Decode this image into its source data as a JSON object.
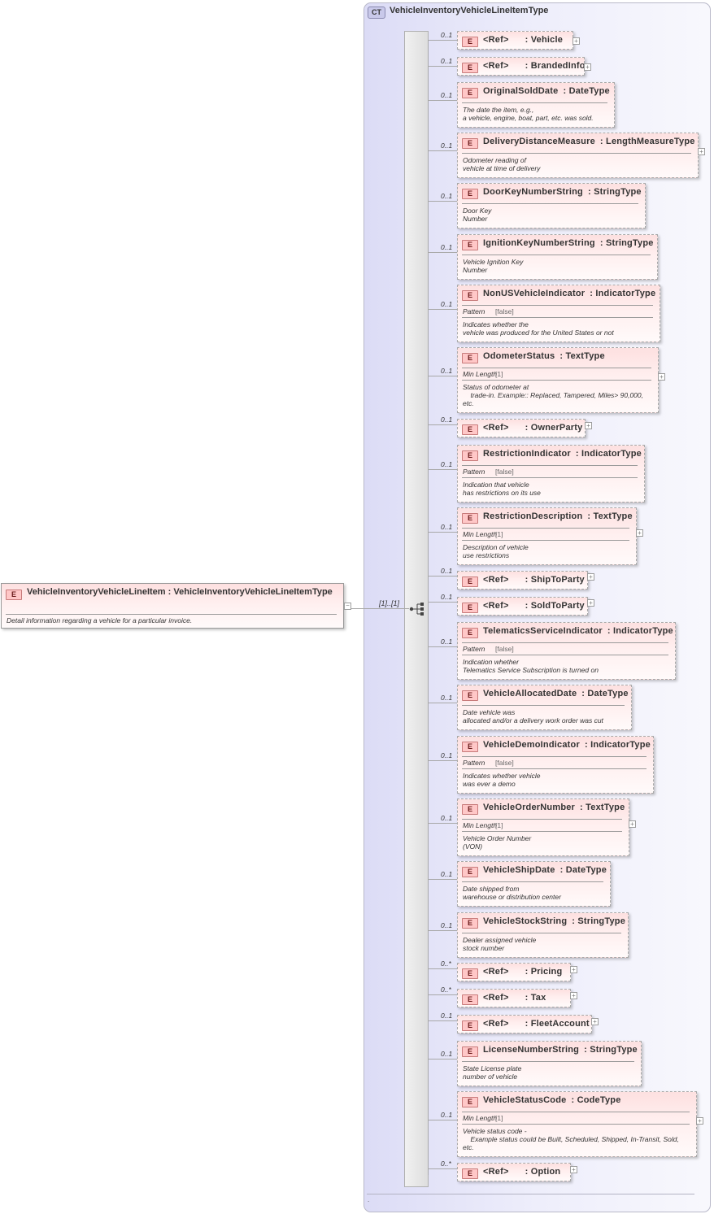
{
  "complex_type": {
    "badge": "CT",
    "name": "VehicleInventoryVehicleLineItemType",
    "footer_note": "."
  },
  "root_element": {
    "badge": "E",
    "name": "VehicleInventoryVehicleLineItem",
    "type": "VehicleInventoryVehicleLineItemType",
    "documentation": "Detail information regarding a vehicle for a particular invoice.",
    "multiplicity": "[1]..[1]"
  },
  "children": [
    {
      "mult": "0..1",
      "ref": true,
      "name": "<Ref>",
      "type": "Vehicle",
      "expand": true
    },
    {
      "mult": "0..1",
      "ref": true,
      "name": "<Ref>",
      "type": "BrandedInfo",
      "expand": true
    },
    {
      "mult": "0..1",
      "ref": false,
      "name": "OriginalSoldDate",
      "type": "DateType",
      "doc": "The date the item, e.g.,\na vehicle, engine, boat, part, etc. was sold."
    },
    {
      "mult": "0..1",
      "ref": false,
      "name": "DeliveryDistanceMeasure",
      "type": "LengthMeasureType",
      "doc": "Odometer reading of\nvehicle at time of delivery",
      "expand": true
    },
    {
      "mult": "0..1",
      "ref": false,
      "name": "DoorKeyNumberString",
      "type": "StringType",
      "doc": "Door Key\nNumber"
    },
    {
      "mult": "0..1",
      "ref": false,
      "name": "IgnitionKeyNumberString",
      "type": "StringType",
      "doc": "Vehicle Ignition Key\nNumber"
    },
    {
      "mult": "0..1",
      "ref": false,
      "name": "NonUSVehicleIndicator",
      "type": "IndicatorType",
      "facet": "Pattern",
      "facet_value": "[false]",
      "doc": "Indicates whether the\nvehicle was produced for the United States or not"
    },
    {
      "mult": "0..1",
      "ref": false,
      "name": "OdometerStatus",
      "type": "TextType",
      "facet": "Min Length",
      "facet_value": "[1]",
      "doc": "Status of odometer at\n    trade-in. Example:: Replaced, Tampered, Miles> 90,000,\netc.",
      "expand": true
    },
    {
      "mult": "0..1",
      "ref": true,
      "name": "<Ref>",
      "type": "OwnerParty",
      "expand": true
    },
    {
      "mult": "0..1",
      "ref": false,
      "name": "RestrictionIndicator",
      "type": "IndicatorType",
      "facet": "Pattern",
      "facet_value": "[false]",
      "doc": "Indication that vehicle\nhas restrictions on its use"
    },
    {
      "mult": "0..1",
      "ref": false,
      "name": "RestrictionDescription",
      "type": "TextType",
      "facet": "Min Length",
      "facet_value": "[1]",
      "doc": "Description of vehicle\nuse restrictions",
      "expand": true
    },
    {
      "mult": "0..1",
      "ref": true,
      "name": "<Ref>",
      "type": "ShipToParty",
      "expand": true
    },
    {
      "mult": "0..1",
      "ref": true,
      "name": "<Ref>",
      "type": "SoldToParty",
      "expand": true
    },
    {
      "mult": "0..1",
      "ref": false,
      "name": "TelematicsServiceIndicator",
      "type": "IndicatorType",
      "facet": "Pattern",
      "facet_value": "[false]",
      "doc": "Indication whether\nTelematics Service Subscription is turned on"
    },
    {
      "mult": "0..1",
      "ref": false,
      "name": "VehicleAllocatedDate",
      "type": "DateType",
      "doc": "Date vehicle was\nallocated and/or a delivery work order was cut"
    },
    {
      "mult": "0..1",
      "ref": false,
      "name": "VehicleDemoIndicator",
      "type": "IndicatorType",
      "facet": "Pattern",
      "facet_value": "[false]",
      "doc": "Indicates whether vehicle\nwas ever a demo"
    },
    {
      "mult": "0..1",
      "ref": false,
      "name": "VehicleOrderNumber",
      "type": "TextType",
      "facet": "Min Length",
      "facet_value": "[1]",
      "doc": "Vehicle Order Number\n(VON)",
      "expand": true
    },
    {
      "mult": "0..1",
      "ref": false,
      "name": "VehicleShipDate",
      "type": "DateType",
      "doc": "Date shipped from\nwarehouse or distribution center"
    },
    {
      "mult": "0..1",
      "ref": false,
      "name": "VehicleStockString",
      "type": "StringType",
      "doc": "Dealer assigned vehicle\nstock number"
    },
    {
      "mult": "0..*",
      "ref": true,
      "name": "<Ref>",
      "type": "Pricing",
      "expand": true
    },
    {
      "mult": "0..*",
      "ref": true,
      "name": "<Ref>",
      "type": "Tax",
      "expand": true
    },
    {
      "mult": "0..1",
      "ref": true,
      "name": "<Ref>",
      "type": "FleetAccount",
      "expand": true
    },
    {
      "mult": "0..1",
      "ref": false,
      "name": "LicenseNumberString",
      "type": "StringType",
      "doc": "State License plate\nnumber of vehicle"
    },
    {
      "mult": "0..1",
      "ref": false,
      "name": "VehicleStatusCode",
      "type": "CodeType",
      "facet": "Min Length",
      "facet_value": "[1]",
      "doc": "Vehicle status code -\n    Example status could be Built, Scheduled, Shipped, In-Transit, Sold,\netc.",
      "expand": true
    },
    {
      "mult": "0..*",
      "ref": true,
      "name": "<Ref>",
      "type": "Option",
      "expand": true
    }
  ]
}
